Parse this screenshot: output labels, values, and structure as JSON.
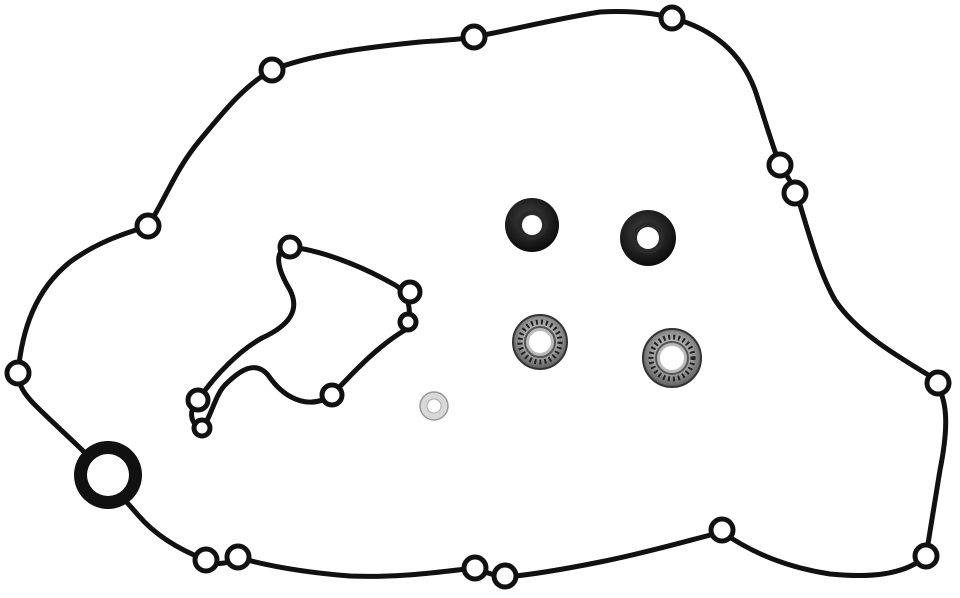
{
  "image": {
    "subject": "gasket-kit-product-photo",
    "colors": {
      "background": "#ffffff",
      "gasket": "#111111",
      "seal": "#151515",
      "bearing_steel": "#9a9a9a",
      "washer": "#d8d8d8"
    },
    "parts": [
      {
        "name": "outer-cover-gasket"
      },
      {
        "name": "water-pump-gasket"
      },
      {
        "name": "oil-seal"
      },
      {
        "name": "oil-seal"
      },
      {
        "name": "ball-bearing"
      },
      {
        "name": "ball-bearing"
      },
      {
        "name": "washer"
      }
    ]
  }
}
